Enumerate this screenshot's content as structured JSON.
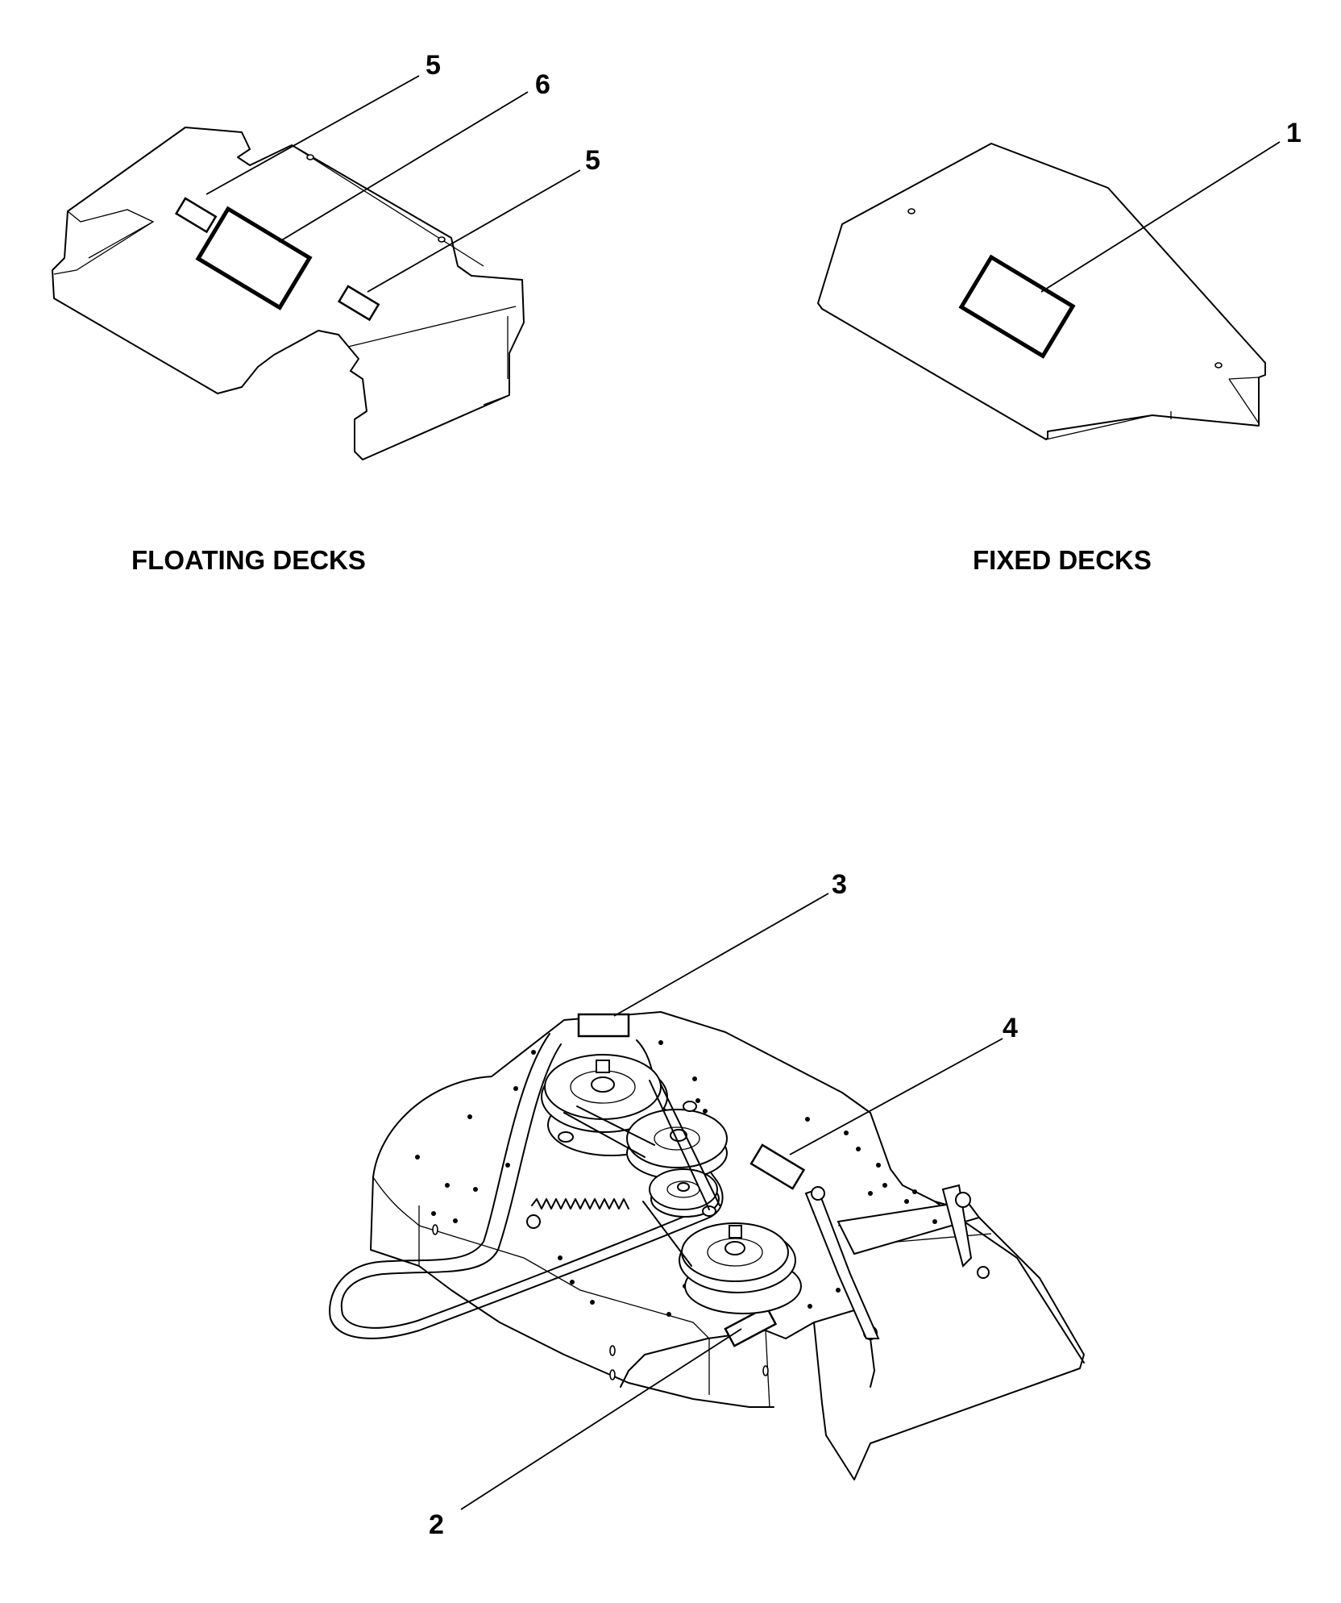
{
  "captions": {
    "floating": "FLOATING DECKS",
    "fixed": "FIXED DECKS"
  },
  "callouts": {
    "floating_decal_left": "5",
    "floating_decal_center": "6",
    "floating_decal_right": "5",
    "fixed_decal": "1",
    "deck_decal_front": "2",
    "deck_decal_rear": "3",
    "deck_decal_side": "4"
  }
}
